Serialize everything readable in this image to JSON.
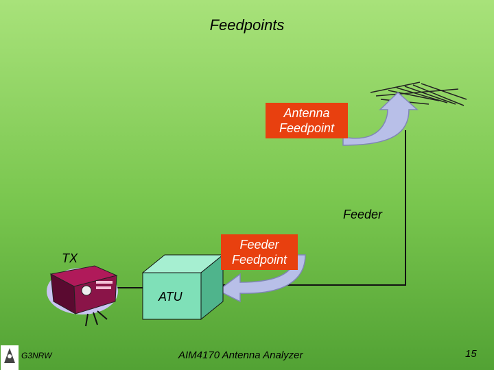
{
  "title": "Feedpoints",
  "labels": {
    "antenna_feedpoint": [
      "Antenna",
      "Feedpoint"
    ],
    "feeder": "Feeder",
    "feeder_feedpoint": [
      "Feeder",
      "Feedpoint"
    ],
    "tx": "TX",
    "atu": "ATU"
  },
  "footer": {
    "left": "G3NRW",
    "center": "AIM4170 Antenna Analyzer",
    "page_number": "15"
  },
  "colors": {
    "label_box": "#e8400f",
    "atu_box": "#7fe0b8",
    "arrow": "#b8bfe8",
    "radio_body": "#7a1040"
  },
  "icons": [
    "yagi-antenna-icon",
    "transceiver-icon",
    "logo-icon"
  ]
}
